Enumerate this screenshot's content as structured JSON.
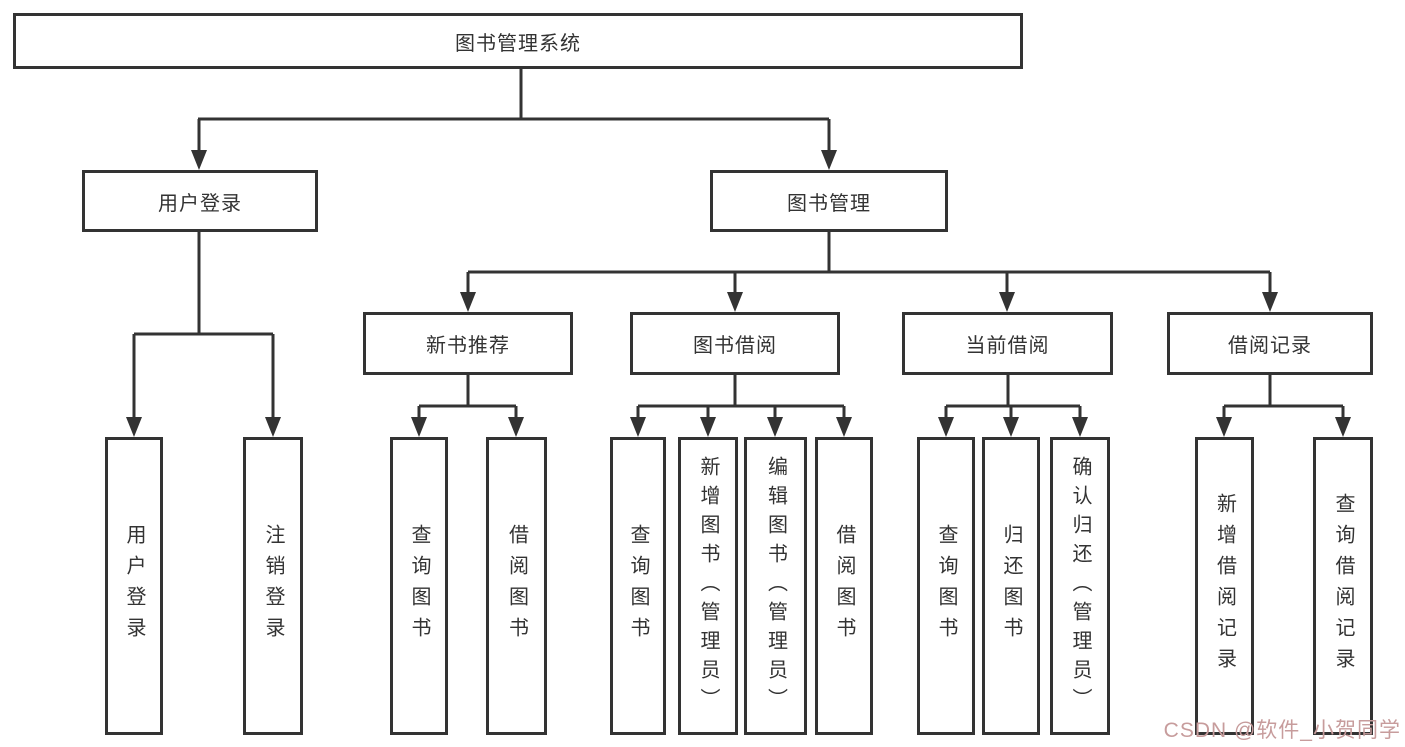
{
  "diagram_title": "图书管理系统",
  "colors": {
    "line": "#333333",
    "box_border": "#333333",
    "box_background": "#ffffff",
    "text": "#333333",
    "watermark": "#c79c9c"
  },
  "root": {
    "label": "图书管理系统"
  },
  "level1": {
    "user_login": {
      "label": "用户登录"
    },
    "book_mgmt": {
      "label": "图书管理"
    }
  },
  "level2": {
    "new_books": {
      "label": "新书推荐"
    },
    "borrowing": {
      "label": "图书借阅"
    },
    "current": {
      "label": "当前借阅"
    },
    "records": {
      "label": "借阅记录"
    }
  },
  "leaves": {
    "user_login_login": {
      "label": "用户登录",
      "parent": "用户登录"
    },
    "user_login_logout": {
      "label": "注销登录",
      "parent": "用户登录"
    },
    "new_books_query": {
      "label": "查询图书",
      "parent": "新书推荐"
    },
    "new_books_borrow": {
      "label": "借阅图书",
      "parent": "新书推荐"
    },
    "borrowing_query": {
      "label": "查询图书",
      "parent": "图书借阅"
    },
    "borrowing_add": {
      "label": "新增图书（管理员）",
      "parent": "图书借阅"
    },
    "borrowing_edit": {
      "label": "编辑图书（管理员）",
      "parent": "图书借阅"
    },
    "borrowing_borrow": {
      "label": "借阅图书",
      "parent": "图书借阅"
    },
    "current_query": {
      "label": "查询图书",
      "parent": "当前借阅"
    },
    "current_return": {
      "label": "归还图书",
      "parent": "当前借阅"
    },
    "current_confirm": {
      "label": "确认归还（管理员）",
      "parent": "当前借阅"
    },
    "records_add": {
      "label": "新增借阅记录",
      "parent": "借阅记录"
    },
    "records_query": {
      "label": "查询借阅记录",
      "parent": "借阅记录"
    }
  },
  "watermark": {
    "text": "CSDN @软件_小贺同学"
  }
}
